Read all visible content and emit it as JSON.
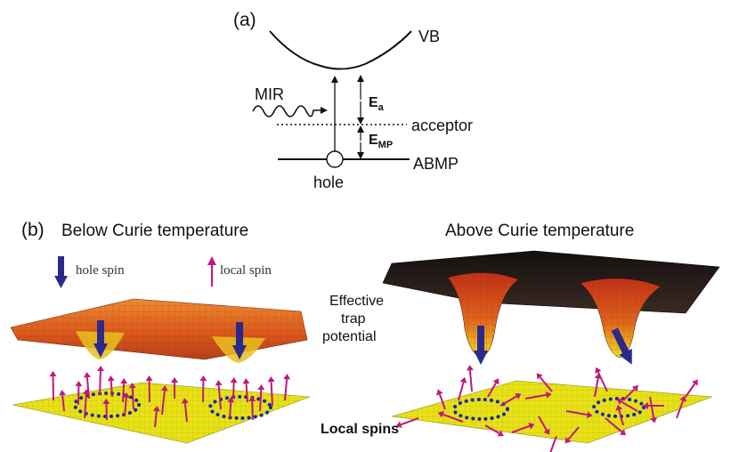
{
  "panel_a": {
    "label": "(a)",
    "vb": "VB",
    "mir": "MIR",
    "ea_main": "E",
    "ea_sub": "a",
    "emp_main": "E",
    "emp_sub": "MP",
    "acceptor": "acceptor",
    "abmp": "ABMP",
    "hole": "hole"
  },
  "panel_b": {
    "label": "(b)",
    "left_title": "Below Curie temperature",
    "right_title": "Above Curie temperature",
    "legend_hole_spin": "hole spin",
    "legend_local_spin": "local spin",
    "trap_label_1": "Effective",
    "trap_label_2": "trap",
    "trap_label_3": "potential",
    "local_spins": "Local spins"
  },
  "colors": {
    "hole_spin": "#2b2a8c",
    "local_spin": "#c0187e",
    "plane_yellow": "#e8e214",
    "surface_orange": "#e0661c",
    "surface_dark": "#262020",
    "dots": "#1c2aa0"
  }
}
